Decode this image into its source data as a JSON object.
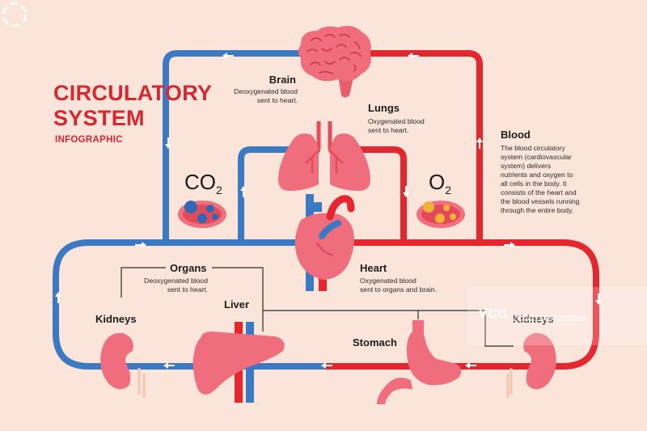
{
  "colors": {
    "background": "#fbe5da",
    "oxygenated": "#e4262f",
    "deoxygenated": "#3b7ac2",
    "organ": "#f06d7e",
    "title": "#d7282f"
  },
  "title": {
    "line1": "CIRCULATORY",
    "line2": "SYSTEM",
    "subtitle": "INFOGRAPHIC"
  },
  "gases": {
    "co2_main": "CO",
    "co2_sub": "2",
    "o2_main": "O",
    "o2_sub": "2"
  },
  "labels": {
    "brain": {
      "name": "Brain",
      "desc": "Deoxygenated blood\nsent to heart."
    },
    "lungs": {
      "name": "Lungs",
      "desc": "Oxygenated blood\nsent to heart."
    },
    "blood": {
      "name": "Blood",
      "desc": "The blood circulatory\nsystem (cardiovascular\nsystem)  delivers\nnutrients and oxygen to\nall cells in the body. It\nconsists of the heart and\nthe blood vessels running\nthrough the entire body."
    },
    "organs": {
      "name": "Organs",
      "desc": "Deoxygenated blood\nsent to heart."
    },
    "heart": {
      "name": "Heart",
      "desc": "Oxygenated blood\nsent to organs and brain."
    },
    "kidneys_left": {
      "name": "Kidneys"
    },
    "kidneys_right": {
      "name": "Kidneys"
    },
    "liver": {
      "name": "Liver"
    },
    "stomach": {
      "name": "Stomach"
    }
  },
  "icons": [
    "brain-icon",
    "lungs-icon",
    "heart-icon",
    "liver-icon",
    "stomach-icon",
    "kidney-icon",
    "blood-cell-icon",
    "arrow-icon"
  ],
  "watermark": {
    "brand": "VCG",
    "id": "VCG211468229865"
  }
}
